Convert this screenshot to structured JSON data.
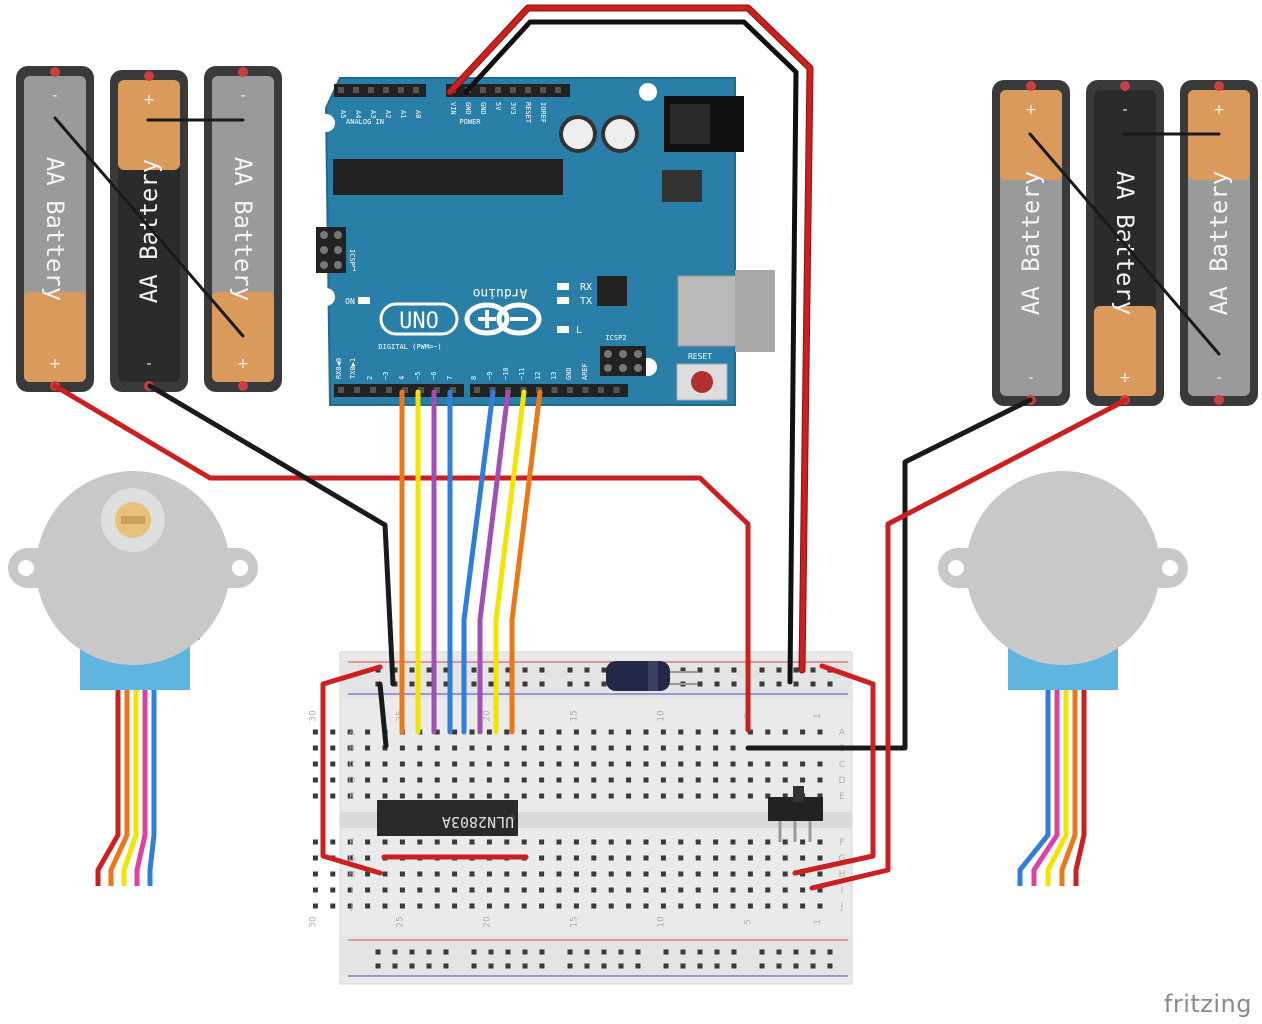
{
  "brand": "fritzing",
  "batteries": {
    "label": "AA Battery",
    "plus": "+",
    "minus": "-"
  },
  "arduino": {
    "logo_text": "Arduino",
    "model": "UNO",
    "analog_in": "ANALOG IN",
    "power": "POWER",
    "power_pins": [
      "VIN",
      "GND",
      "GND",
      "5V",
      "3V3",
      "RESET",
      "IOREF"
    ],
    "analog_pins": [
      "A5",
      "A4",
      "A3",
      "A2",
      "A1",
      "A0"
    ],
    "icsp": "ICSP",
    "icsp2": "ICSP2",
    "icsp_one": "1",
    "on": "ON",
    "rx": "RX",
    "tx": "TX",
    "l": "L",
    "reset": "RESET",
    "digital": "DIGITAL (PWM=~)",
    "rx0": "RX0◀0",
    "tx0": "TX0▶1",
    "digital_pins": [
      "2",
      "~3",
      "4",
      "~5",
      "~6",
      "7",
      "8",
      "~9",
      "~10",
      "~11",
      "12",
      "13",
      "GND",
      "AREF"
    ]
  },
  "chip": {
    "label": "ULN2803A"
  },
  "breadboard": {
    "col_numbers_top": [
      "30",
      "25",
      "20",
      "15",
      "10",
      "5",
      "1"
    ],
    "col_numbers_bottom": [
      "30",
      "25",
      "20",
      "15",
      "10",
      "5",
      "1"
    ],
    "rows_top": [
      "A",
      "B",
      "C",
      "D",
      "E"
    ],
    "rows_bottom": [
      "F",
      "G",
      "H",
      "I",
      "J"
    ]
  },
  "colors": {
    "wire_red": "#cc1f1f",
    "wire_black": "#1a1a1a",
    "wire_orange": "#e8781a",
    "wire_yellow": "#f2e400",
    "wire_purple": "#a050b4",
    "wire_blue": "#2f7fd8",
    "arduino": "#2a7fa8",
    "motor_body": "#c8c8c8",
    "motor_base": "#5fb4e0",
    "battery_copper": "#d99a5b",
    "battery_dark": "#2b2b2b",
    "battery_grey": "#9a9a9a"
  }
}
